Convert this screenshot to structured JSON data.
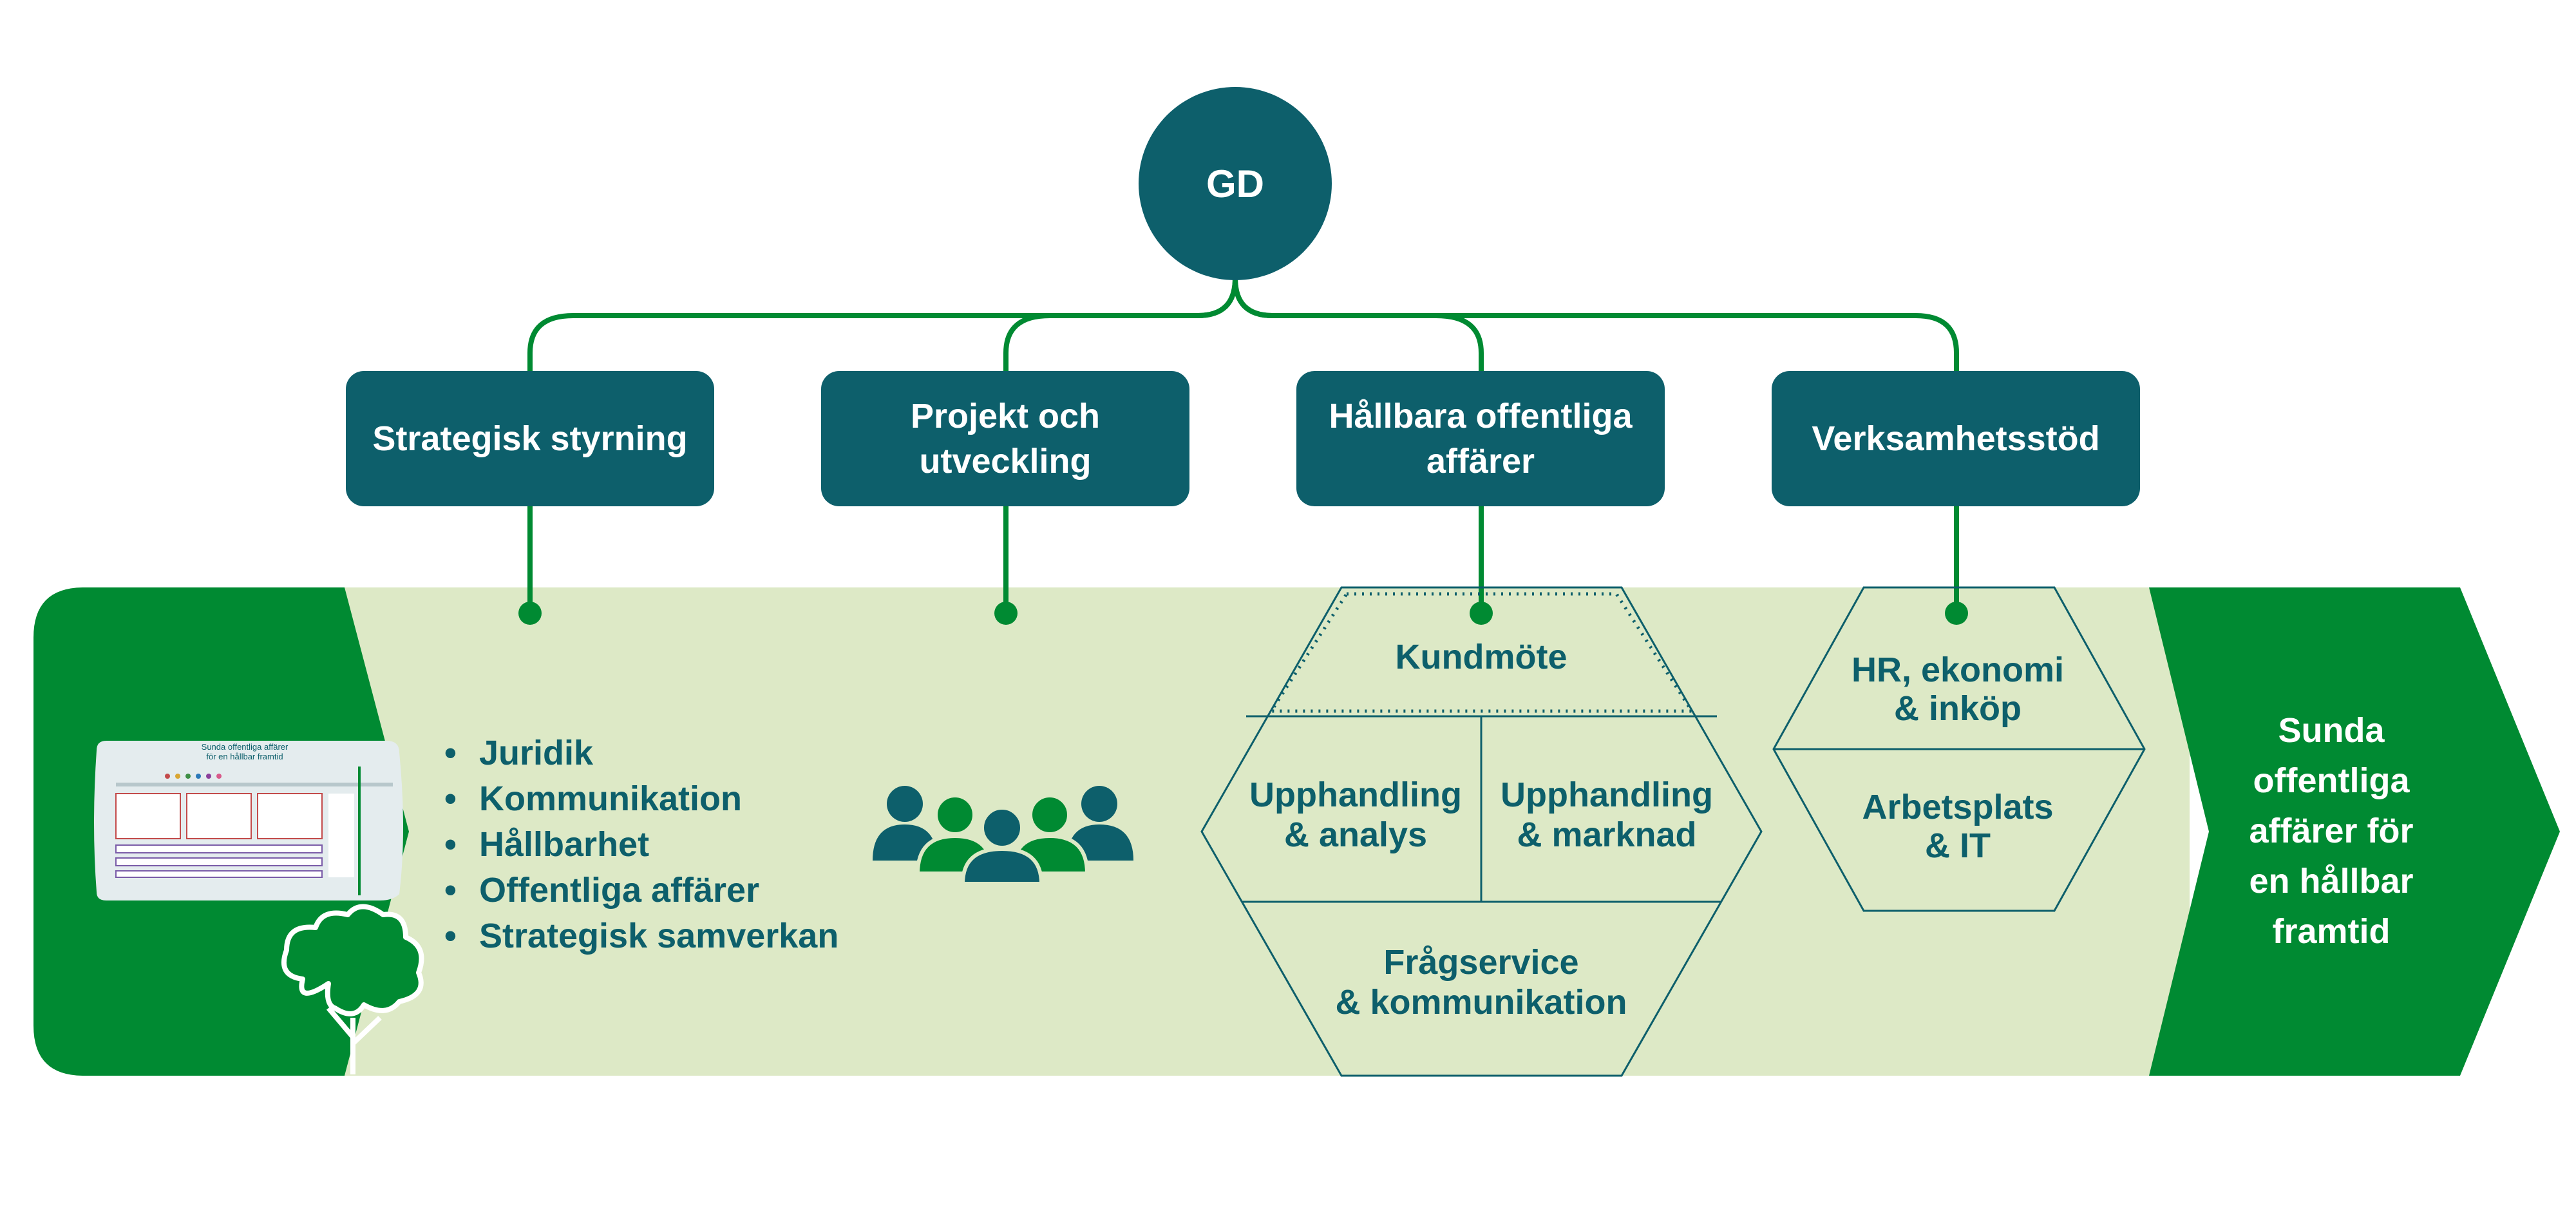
{
  "top": {
    "label": "GD"
  },
  "departments": [
    {
      "id": "strategisk",
      "label": "Strategisk styrning"
    },
    {
      "id": "projekt",
      "label": "Projekt och\nutveckling"
    },
    {
      "id": "hallbara",
      "label": "Hållbara offentliga\naffärer"
    },
    {
      "id": "verksamhet",
      "label": "Verksamhetsstöd"
    }
  ],
  "strategisk_functions": [
    "Juridik",
    "Kommunikation",
    "Hållbarhet",
    "Offentliga affärer",
    "Strategisk samverkan"
  ],
  "hallbara_units": {
    "kundmote": "Kundmöte",
    "upphandling_analys": "Upphandling\n& analys",
    "upphandling_marknad": "Upphandling\n& marknad",
    "fragservice": "Frågservice\n& kommunikation"
  },
  "verksamhet_units": {
    "hr": "HR, ekonomi\n& inköp",
    "it": "Arbetsplats\n& IT"
  },
  "goal": {
    "label": "Sunda\noffentliga\naffärer för\nen hållbar\nframtid"
  },
  "thumbnail": {
    "title": "Sunda offentliga affärer\nför en hållbar framtid"
  },
  "colors": {
    "teal": "#0d5f6b",
    "green": "#008a32",
    "light_green": "#dde9c6",
    "white": "#ffffff"
  },
  "icons": {
    "people": "people-group-icon",
    "tree": "tree-icon",
    "thumbnail": "strategy-document-icon"
  }
}
